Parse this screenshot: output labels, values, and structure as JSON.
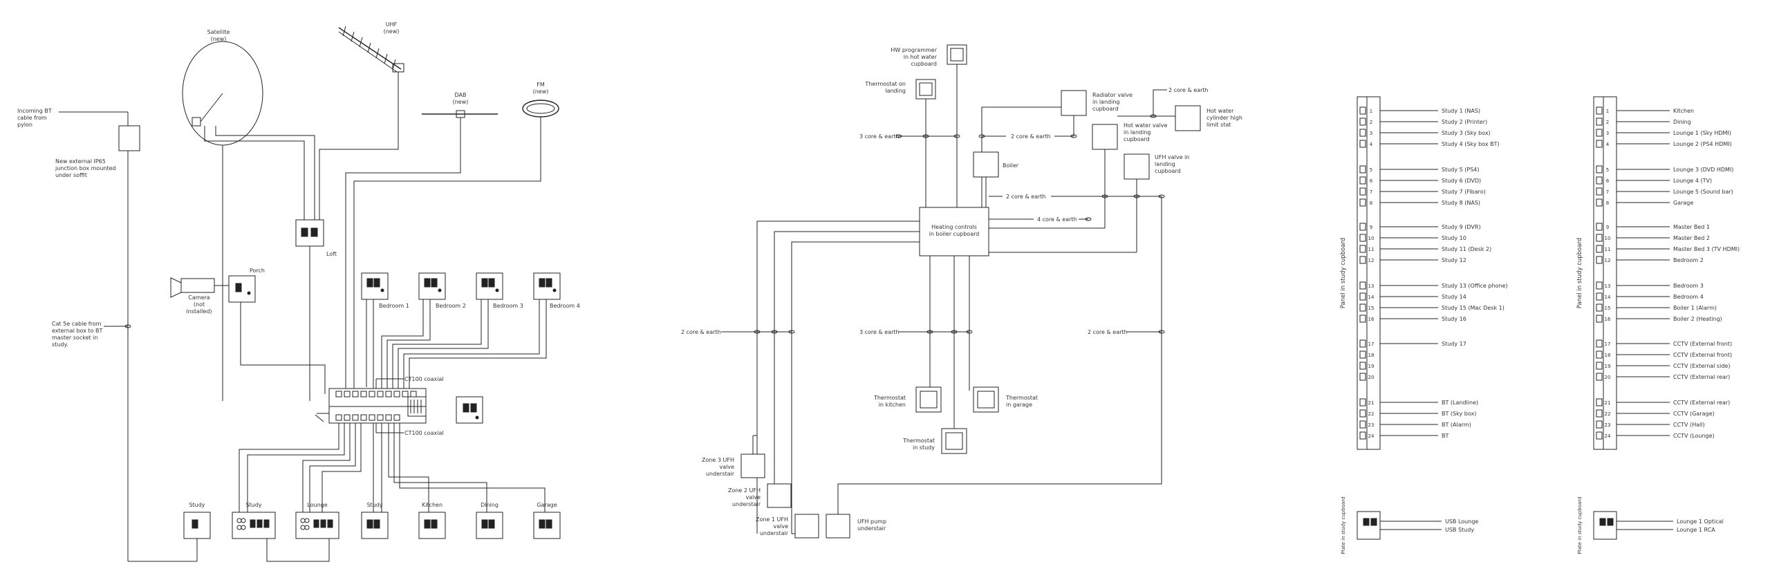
{
  "home_network": {
    "satellite": [
      "Satellite",
      "(new)"
    ],
    "uhf": [
      "UHF",
      "(new)"
    ],
    "dab": [
      "DAB",
      "(new)"
    ],
    "fm": [
      "FM",
      "(new)"
    ],
    "incoming_bt": [
      "Incoming BT",
      "cable from",
      "pylon"
    ],
    "junction_box": [
      "New external IP65",
      "junction box mounted",
      "under soffit"
    ],
    "cat5e": [
      "Cat 5e cable from",
      "external box to BT",
      "master socket in",
      "study."
    ],
    "loft": "Loft",
    "porch": "Porch",
    "camera": [
      "Camera",
      "(not",
      "installed)"
    ],
    "bedrooms": [
      "Bedroom 1",
      "Bedroom 2",
      "Bedroom 3",
      "Bedroom 4"
    ],
    "ct100_top": "CT100 coaxial",
    "ct100_bottom": "CT100 coaxial",
    "bottom_rooms": [
      "Study",
      "Study",
      "Lounge",
      "Study",
      "Kitchen",
      "Dining",
      "Garage"
    ]
  },
  "heating": {
    "hw_programmer": [
      "HW programmer",
      "in hot water",
      "cupboard"
    ],
    "thermostat_landing": [
      "Thermostat on",
      "landing"
    ],
    "boiler": "Boiler",
    "radiator_valve": [
      "Radiator valve",
      "in landing",
      "cupboard"
    ],
    "hot_water_valve": [
      "Hot water valve",
      "in landing",
      "cupboard"
    ],
    "cylinder_stat": [
      "Hot water",
      "cylinder high",
      "limit stat"
    ],
    "ufh_valve": [
      "UFH valve  in",
      "landing",
      "cupboard"
    ],
    "controls": [
      "Heating controls",
      "in boiler cupboard"
    ],
    "cable_3core": "3 core & earth",
    "cable_2core": "2 core & earth",
    "cable_4core": "4 core & earth",
    "thermostat_kitchen": [
      "Thermostat",
      "in kitchen"
    ],
    "thermostat_garage": [
      "Thermostat",
      "in garage"
    ],
    "thermostat_study": [
      "Thermostat",
      "in study"
    ],
    "zone3": [
      "Zone 3 UFH",
      "valve",
      "understair"
    ],
    "zone2": [
      "Zone 2 UFH",
      "valve",
      "understair"
    ],
    "zone1": [
      "Zone 1 UFH",
      "valve",
      "understair"
    ],
    "ufh_pump": [
      "UFH pump",
      "understair"
    ]
  },
  "patch_panels": {
    "panel_a_title": "Panel in study cupboard",
    "panel_a_labels": [
      "Study 1 (NAS)",
      "Study 2 (Printer)",
      "Study 3 (Sky box)",
      "Study 4 (Sky box BT)",
      "Study 5 (PS4)",
      "Study 6 (DVD)",
      "Study 7 (Fibaro)",
      "Study 8 (NAS)",
      "Study 9 (DVR)",
      "Study 10",
      "Study 11 (Desk 2)",
      "Study 12",
      "Study 13 (Office phone)",
      "Study 14",
      "Study 15 (Mac Desk 1)",
      "Study 16",
      "Study 17",
      "",
      "",
      "",
      "BT (Landline)",
      "BT (Sky box)",
      "BT (Alarm)",
      "BT"
    ],
    "panel_b_title": "Panel in study cupboard",
    "panel_b_labels": [
      "Kitchen",
      "Dining",
      "Lounge 1 (Sky HDMI)",
      "Lounge 2 (PS4 HDMI)",
      "Lounge 3 (DVD HDMI)",
      "Lounge 4 (TV)",
      "Lounge 5 (Sound bar)",
      "Garage",
      "Master Bed 1",
      "Master Bed 2",
      "Master Bed 3 (TV HDMI)",
      "Bedroom 2",
      "Bedroom 3",
      "Bedroom 4",
      "Boiler 1 (Alarm)",
      "Boiler 2 (Heating)",
      "CCTV (External front)",
      "CCTV (External front)",
      "CCTV (External side)",
      "CCTV (External rear)",
      "CCTV (External rear)",
      "CCTV (Garage)",
      "CCTV (Hall)",
      "CCTV (Lounge)"
    ],
    "usb_a_title": "Plate in study cupboard",
    "usb_a_labels": [
      "USB Lounge",
      "USB Study"
    ],
    "usb_b_title": "Plate in study cupboard",
    "usb_b_labels": [
      "Lounge 1 Optical",
      "Lounge 1 RCA"
    ]
  }
}
